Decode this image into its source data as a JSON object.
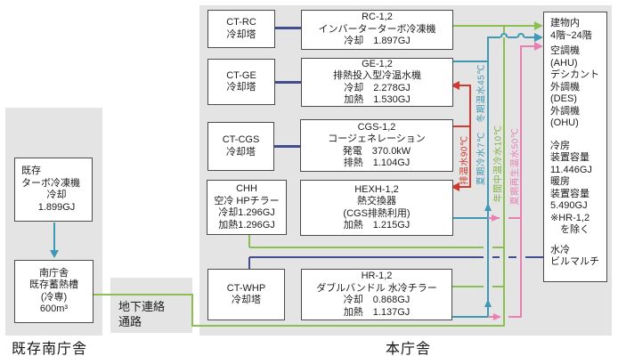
{
  "boxes": {
    "ct_rc": {
      "lines": [
        "CT-RC",
        "冷却塔"
      ]
    },
    "rc": {
      "lines": [
        "RC-1,2",
        "インバーターターボ冷凍機",
        "冷却　1.897GJ"
      ]
    },
    "ct_ge": {
      "lines": [
        "CT-GE",
        "冷却塔"
      ]
    },
    "ge": {
      "lines": [
        "GE-1,2",
        "排熱投入型冷温水機",
        "冷却　2.278GJ",
        "加熱　1.530GJ"
      ]
    },
    "ct_cgs": {
      "lines": [
        "CT-CGS",
        "冷却塔"
      ]
    },
    "cgs": {
      "lines": [
        "CGS-1,2",
        "コージェネレーション",
        "発電　370.0kW",
        "排熱　1.104GJ"
      ]
    },
    "chh": {
      "lines": [
        "CHH",
        "空冷 HPチラー",
        "冷却1.296GJ",
        "加熱1.296GJ"
      ]
    },
    "hexh": {
      "lines": [
        "HEXH-1,2",
        "熱交換器",
        "(CGS排熱利用)",
        "加熱　1.215GJ"
      ]
    },
    "ct_whp": {
      "lines": [
        "CT-WHP",
        "冷却塔"
      ]
    },
    "hr": {
      "lines": [
        "HR-1,2",
        "ダブルバンドル 水冷チラー",
        "冷却　0.868GJ",
        "加熱　1.137GJ"
      ]
    },
    "existing_chiller": {
      "lines": [
        "既存",
        "ターボ冷凍機",
        "冷却",
        "1.899GJ"
      ]
    },
    "storage_tank": {
      "lines": [
        "南庁舎",
        "既存蓄熱槽",
        "(冷専)",
        "600m³"
      ]
    }
  },
  "building": {
    "groups": [
      [
        "建物内",
        "4階~24階"
      ],
      [
        "空調機",
        "(AHU)",
        "デシカント",
        "外調機",
        "(DES)",
        "外調機",
        "(OHU)"
      ],
      [
        "冷房",
        "装置容量",
        "11.446GJ",
        "暖房",
        "装置容量",
        "5.490GJ",
        "※HR-1,2",
        "　を除く"
      ],
      [
        "水冷",
        "ビルマルチ"
      ]
    ]
  },
  "pipe_labels": {
    "red": "排温水90℃",
    "teal": "夏期冷水7℃　冬期温水45℃",
    "green": "年間中温冷水10℃",
    "pink": "夏期再生温水50℃"
  },
  "area_labels": {
    "left": "既存南庁舎",
    "main": "本庁舎"
  },
  "tunnel": {
    "lines": [
      "地下連絡",
      "通路"
    ]
  },
  "colors": {
    "green": "#8cbe54",
    "teal": "#3f98b4",
    "pink": "#e880b4",
    "red": "#d13a2e",
    "navy": "#414d8e",
    "panel_gray": "#e4e4e4",
    "box_border": "#4b4b4b"
  }
}
